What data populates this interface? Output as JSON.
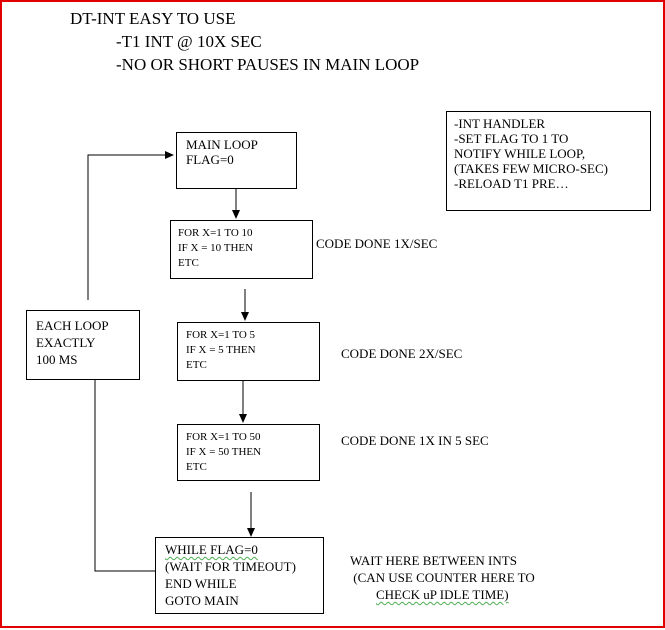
{
  "title": {
    "line1": "DT-INT EASY TO USE",
    "line2": "-T1 INT @ 10X SEC",
    "line3": "-NO OR SHORT PAUSES IN MAIN LOOP"
  },
  "int_handler": {
    "line1": "-INT HANDLER",
    "line2": " -SET FLAG TO 1 TO",
    "line3": "NOTIFY  WHILE LOOP,",
    "line4": "(TAKES FEW MICRO-SEC)",
    "line5": "-RELOAD T1 PRE…"
  },
  "main_loop": {
    "line1": "MAIN LOOP",
    "line2": "FLAG=0"
  },
  "block1": {
    "line1": "FOR X=1 TO 10",
    "line2": "IF X = 10 THEN",
    "line3": "ETC",
    "annotation": "CODE DONE 1X/SEC"
  },
  "block2": {
    "line1": "FOR X=1 TO 5",
    "line2": "IF X = 5 THEN",
    "line3": "ETC",
    "annotation": "CODE DONE 2X/SEC"
  },
  "block3": {
    "line1": "FOR X=1 TO 50",
    "line2": "IF X = 50 THEN",
    "line3": "ETC",
    "annotation": "CODE DONE 1X IN 5 SEC"
  },
  "each_loop": {
    "line1": "EACH LOOP",
    "line2": "EXACTLY",
    "line3": "100 MS"
  },
  "while_box": {
    "line1": "WHILE  FLAG=0",
    "line2": "(WAIT FOR TIMEOUT)",
    "line3": "END WHILE",
    "line4": "GOTO MAIN"
  },
  "wait_note": {
    "line1": "WAIT HERE BETWEEN INTS",
    "line2": " (CAN USE COUNTER HERE TO",
    "line3": "CHECK  uP IDLE TIME)"
  },
  "colors": {
    "frame": "#e00000",
    "spellcheck": "#4caf50"
  }
}
